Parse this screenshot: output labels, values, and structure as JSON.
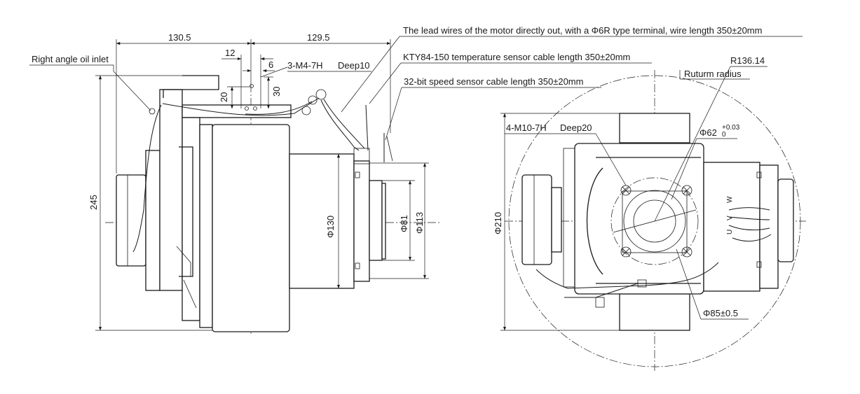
{
  "side_view": {
    "dim_length_left": "130.5",
    "dim_length_right": "129.5",
    "dim_12": "12",
    "dim_6": "6",
    "dim_20": "20",
    "dim_30": "30",
    "dim_height": "245",
    "dia_housing": "Φ130",
    "dia_81": "Φ81",
    "dia_113": "Φ113",
    "tapped_holes": "3-M4-7H",
    "tapped_depth": "Deep10",
    "oil_inlet": "Right angle oil inlet",
    "lead_wires_note": "The lead wires of the motor directly out, with a Φ6R type terminal, wire length 350±20mm",
    "temp_sensor_note": "KTY84-150 temperature sensor cable length 350±20mm",
    "speed_sensor_note": "32-bit speed sensor cable length 350±20mm"
  },
  "front_view": {
    "return_radius_value": "R136.14",
    "return_radius_label": "Ruturm radius",
    "tapped_holes": "4-M10-7H",
    "tapped_depth": "Deep20",
    "dia_62": "Φ62",
    "dia_62_tol_upper": "+0.03",
    "dia_62_tol_lower": "0",
    "dia_210": "Φ210",
    "dia_85": "Φ85±0.5",
    "phase_w": "W",
    "phase_v": "V",
    "phase_u": "U"
  }
}
